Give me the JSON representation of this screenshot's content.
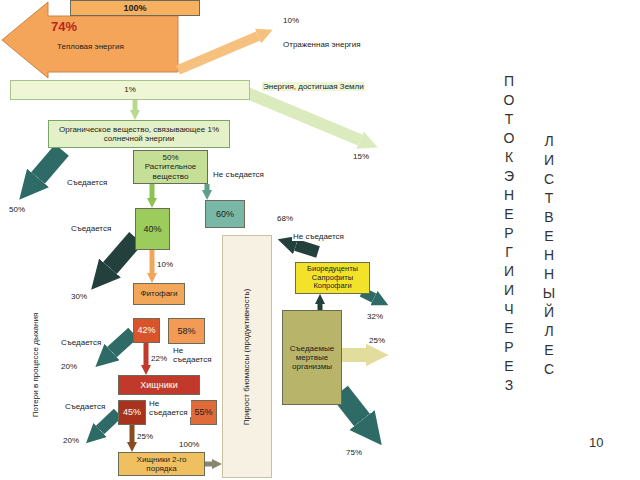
{
  "diagram": {
    "nodes": [
      {
        "text": [
          "100%"
        ]
      },
      {
        "text": [
          "1%"
        ]
      },
      {
        "text": [
          "Органическое вещество, связывающее 1% солнечной энергии"
        ]
      },
      {
        "text": [
          "50%",
          "Растительное вещество"
        ]
      },
      {
        "text": [
          "40%"
        ]
      },
      {
        "text": [
          "60%"
        ]
      },
      {
        "text": [
          "Фитофаги"
        ]
      },
      {
        "text": [
          "42%"
        ]
      },
      {
        "text": [
          "58%"
        ]
      },
      {
        "text": [
          "Хищники"
        ]
      },
      {
        "text": [
          "45%"
        ]
      },
      {
        "text": [
          "55%"
        ]
      },
      {
        "text": [
          "Хищники 2-го порядка"
        ]
      },
      {
        "text": [
          "Прирост биомассы (продуктивность)"
        ]
      },
      {
        "text": [
          "Биоредуценты Сапрофиты Копрофаги"
        ]
      },
      {
        "text": [
          "Съедаемые мертвые организмы"
        ]
      }
    ],
    "edges": [
      {
        "from": 1,
        "to": 2,
        "arrow": "to"
      },
      {
        "from": 3,
        "to": 4,
        "arrow": "to"
      },
      {
        "from": 3,
        "to": 5,
        "arrow": "to"
      },
      {
        "from": 4,
        "to": 6,
        "arrow": "to"
      },
      {
        "from": 7,
        "to": 9,
        "arrow": "to"
      },
      {
        "from": 10,
        "to": 12,
        "arrow": "to"
      },
      {
        "from": 12,
        "to": 13,
        "arrow": "to"
      },
      {
        "from": 15,
        "to": 14,
        "arrow": "to"
      }
    ],
    "labels": [
      "74%",
      "Тепловая энергия",
      "10%",
      "Отраженная энергия",
      "Энергия, достигшая Земли",
      "15%",
      "50%",
      "Съедается",
      "Не съедается",
      "Съедается",
      "30%",
      "10%",
      "Не съедается",
      "22%",
      "Съедается",
      "20%",
      "Не съедается",
      "Съедается",
      "20%",
      "25%",
      "100%",
      "68%",
      "Не съедается",
      "32%",
      "25%",
      "75%",
      "Потери в процессе дыхания",
      "ПОТОК ЭНЕРГИИ ЧЕРЕЗ",
      "ЛИСТВЕННЫЙ ЛЕС",
      "10"
    ]
  }
}
